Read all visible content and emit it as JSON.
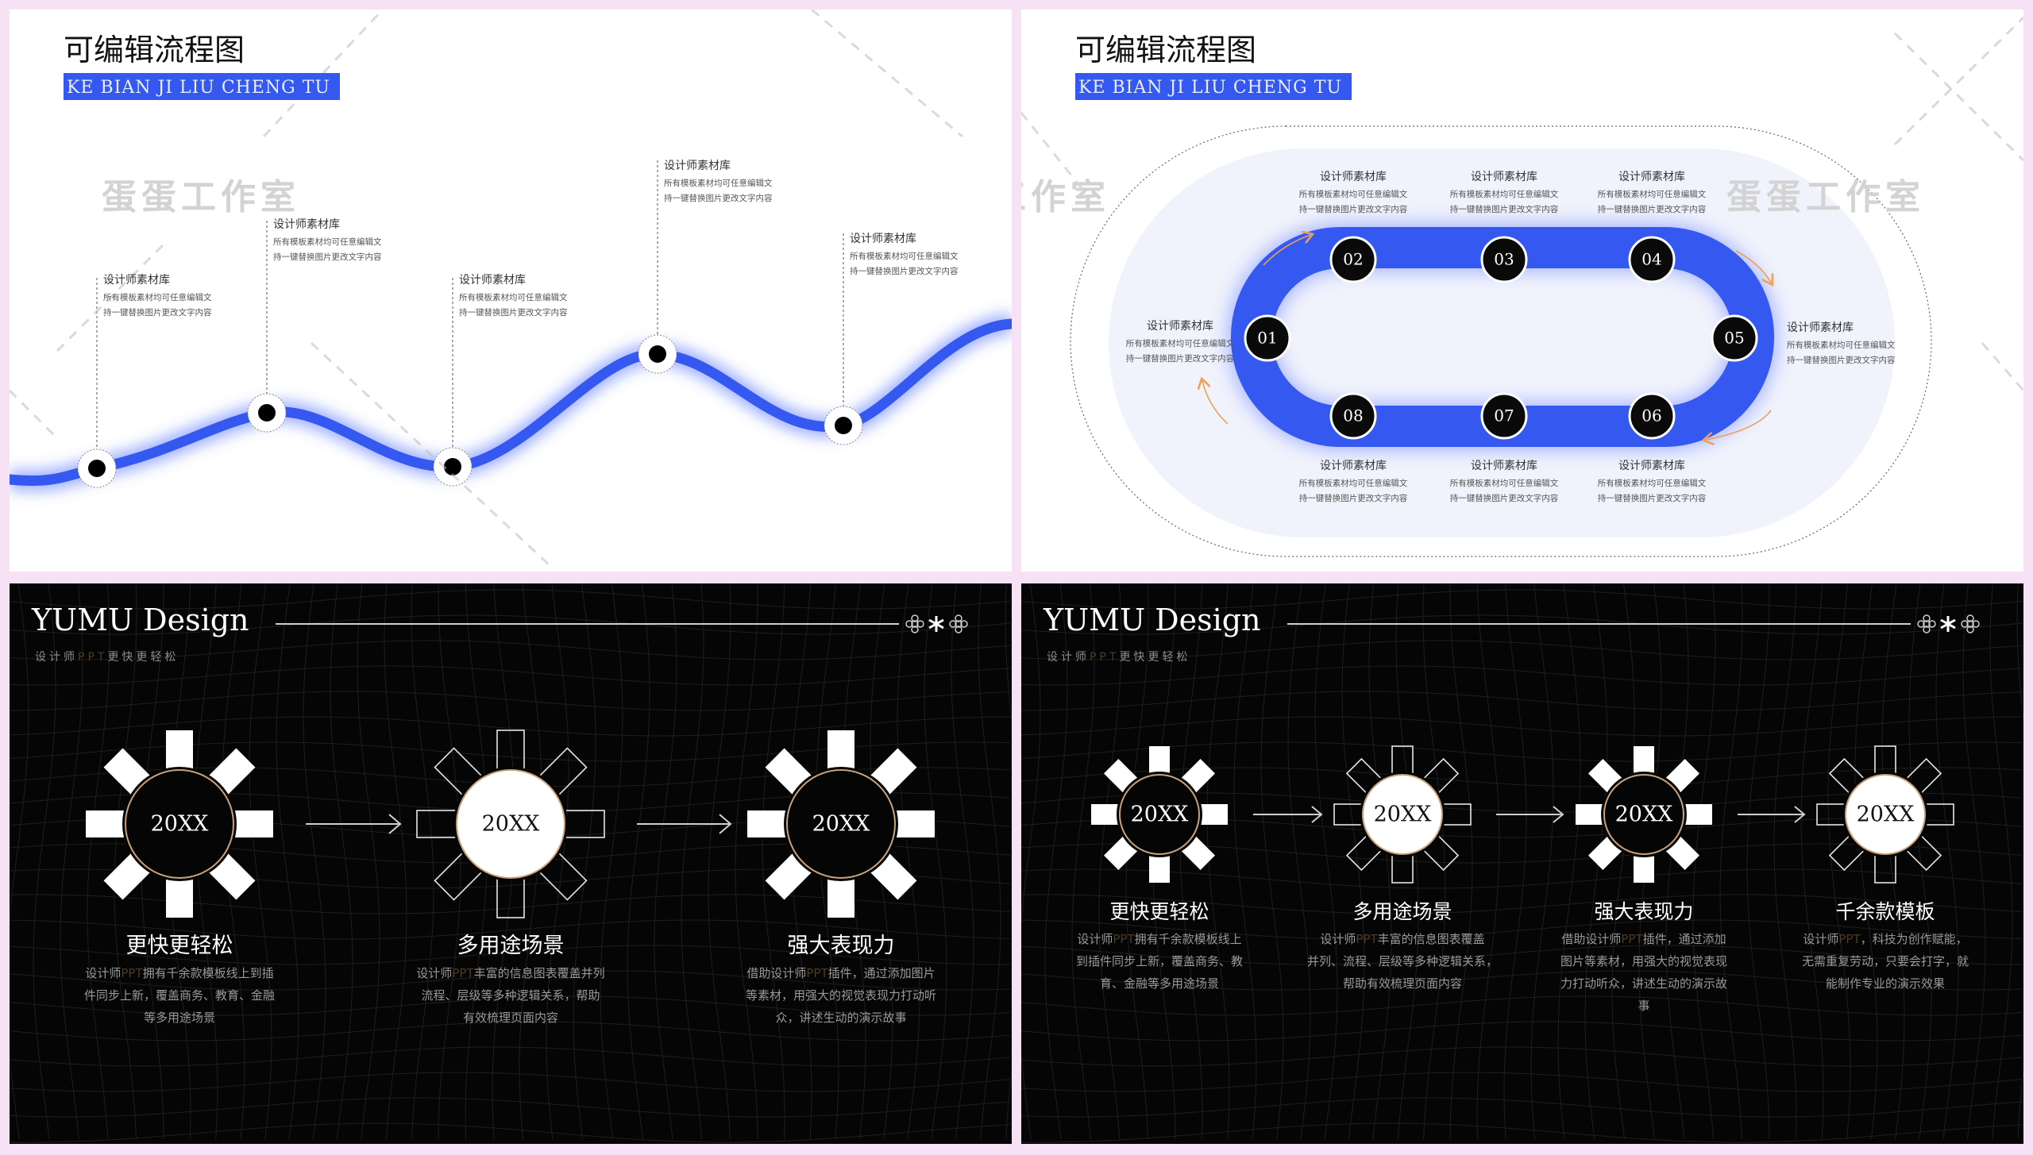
{
  "slide1": {
    "title": "可编辑流程图",
    "subtitle": "KE BIAN JI LIU CHENG TU",
    "watermark": "蛋蛋工作室",
    "accent_color": "#3458f0",
    "labels": [
      {
        "title": "设计师素材库",
        "line1": "所有模板素材均可任意编辑文",
        "line2": "持一键替换图片更改文字内容"
      },
      {
        "title": "设计师素材库",
        "line1": "所有模板素材均可任意编辑文",
        "line2": "持一键替换图片更改文字内容"
      },
      {
        "title": "设计师素材库",
        "line1": "所有模板素材均可任意编辑文",
        "line2": "持一键替换图片更改文字内容"
      },
      {
        "title": "设计师素材库",
        "line1": "所有模板素材均可任意编辑文",
        "line2": "持一键替换图片更改文字内容"
      },
      {
        "title": "设计师素材库",
        "line1": "所有模板素材均可任意编辑文",
        "line2": "持一键替换图片更改文字内容"
      }
    ]
  },
  "slide2": {
    "title": "可编辑流程图",
    "subtitle": "KE BIAN JI LIU CHENG TU",
    "watermark_left": "蛋蛋工作室",
    "watermark_right": "蛋蛋工作室",
    "steps": [
      "01",
      "02",
      "03",
      "04",
      "05",
      "06",
      "07",
      "08"
    ],
    "labels": [
      {
        "title": "设计师素材库",
        "line1": "所有模板素材均可任意编辑文",
        "line2": "持一键替换图片更改文字内容"
      },
      {
        "title": "设计师素材库",
        "line1": "所有模板素材均可任意编辑文",
        "line2": "持一键替换图片更改文字内容"
      },
      {
        "title": "设计师素材库",
        "line1": "所有模板素材均可任意编辑文",
        "line2": "持一键替换图片更改文字内容"
      },
      {
        "title": "设计师素材库",
        "line1": "所有模板素材均可任意编辑文",
        "line2": "持一键替换图片更改文字内容"
      },
      {
        "title": "设计师素材库",
        "line1": "所有模板素材均可任意编辑文",
        "line2": "持一键替换图片更改文字内容"
      },
      {
        "title": "设计师素材库",
        "line1": "所有模板素材均可任意编辑文",
        "line2": "持一键替换图片更改文字内容"
      },
      {
        "title": "设计师素材库",
        "line1": "所有模板素材均可任意编辑文",
        "line2": "持一键替换图片更改文字内容"
      },
      {
        "title": "设计师素材库",
        "line1": "所有模板素材均可任意编辑文",
        "line2": "持一键替换图片更改文字内容"
      }
    ]
  },
  "slide3": {
    "brand": "YUMU Design",
    "brand_sub_a": "设计师",
    "brand_sub_hl": "PPT",
    "brand_sub_b": "更快更轻松",
    "features": [
      {
        "year": "20XX",
        "title": "更快更轻松",
        "lines": [
          "设计师PPT拥有千余款模板线上到插",
          "件同步上新，覆盖商务、教育、金融",
          "等多用途场景"
        ]
      },
      {
        "year": "20XX",
        "title": "多用途场景",
        "lines": [
          "设计师PPT丰富的信息图表覆盖并列",
          "流程、层级等多种逻辑关系，帮助",
          "有效梳理页面内容"
        ]
      },
      {
        "year": "20XX",
        "title": "强大表现力",
        "lines": [
          "借助设计师PPT插件，通过添加图片",
          "等素材，用强大的视觉表现力打动听",
          "众，讲述生动的演示故事"
        ]
      }
    ]
  },
  "slide4": {
    "brand": "YUMU Design",
    "brand_sub_a": "设计师",
    "brand_sub_hl": "PPT",
    "brand_sub_b": "更快更轻松",
    "features": [
      {
        "year": "20XX",
        "title": "更快更轻松",
        "lines": [
          "设计师PPT拥有千余款模板线上",
          "到插件同步上新，覆盖商务、教",
          "育、金融等多用途场景"
        ]
      },
      {
        "year": "20XX",
        "title": "多用途场景",
        "lines": [
          "设计师PPT丰富的信息图表覆盖",
          "并列、流程、层级等多种逻辑关系，",
          "帮助有效梳理页面内容"
        ]
      },
      {
        "year": "20XX",
        "title": "强大表现力",
        "lines": [
          "借助设计师PPT插件，通过添加",
          "图片等素材，用强大的视觉表现",
          "力打动听众，讲述生动的演示故",
          "事"
        ]
      },
      {
        "year": "20XX",
        "title": "千余款模板",
        "lines": [
          "设计师PPT，科技为创作赋能，",
          "无需重复劳动，只要会打字，就",
          "能制作专业的演示效果"
        ]
      }
    ]
  }
}
